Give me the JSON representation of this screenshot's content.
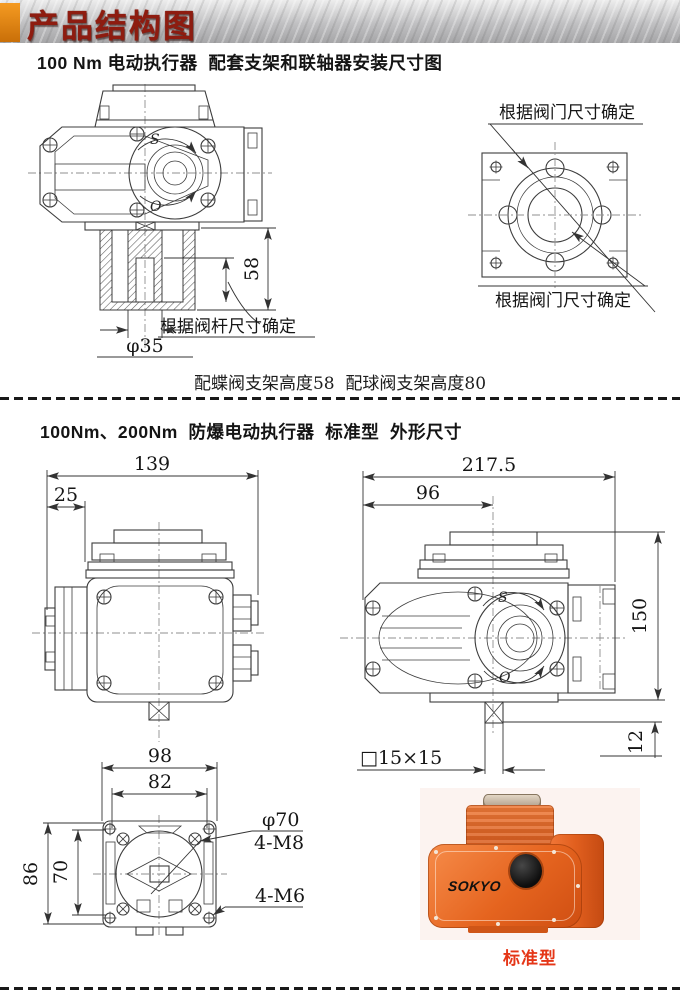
{
  "header": {
    "title": "产品结构图"
  },
  "section1": {
    "title": "100 Nm 电动执行器  配套支架和联轴器安装尺寸图",
    "side_view": {
      "mark_s": "S",
      "mark_o": "O",
      "dim_height": "58",
      "dim_diameter": "φ35",
      "note_stem": "根据阀杆尺寸确定"
    },
    "flange_view": {
      "note_top": "根据阀门尺寸确定",
      "note_bottom": "根据阀门尺寸确定"
    },
    "caption": "配蝶阀支架高度58  配球阀支架高度80"
  },
  "section2": {
    "title": "100Nm、200Nm  防爆电动执行器  标准型  外形尺寸",
    "front_view": {
      "dim_width": "139",
      "dim_left_offset": "25"
    },
    "side_view": {
      "dim_width": "217.5",
      "dim_center": "96",
      "dim_height": "150",
      "dim_shaft": "12",
      "dim_square": "□15×15",
      "mark_s": "S",
      "mark_o": "O"
    },
    "bottom_view": {
      "dim_width_outer": "98",
      "dim_width_inner": "82",
      "dim_height_outer": "86",
      "dim_height_inner": "70",
      "dim_bolt_circle": "φ70",
      "dim_thread_m8": "4-M8",
      "dim_thread_m6": "4-M6"
    },
    "photo": {
      "brand": "SOKYO",
      "label": "标准型"
    }
  },
  "colors": {
    "header_text": "#8e1c10",
    "accent_orange": "#e08418",
    "label_red": "#e53617",
    "product_orange": "#e8662a"
  }
}
